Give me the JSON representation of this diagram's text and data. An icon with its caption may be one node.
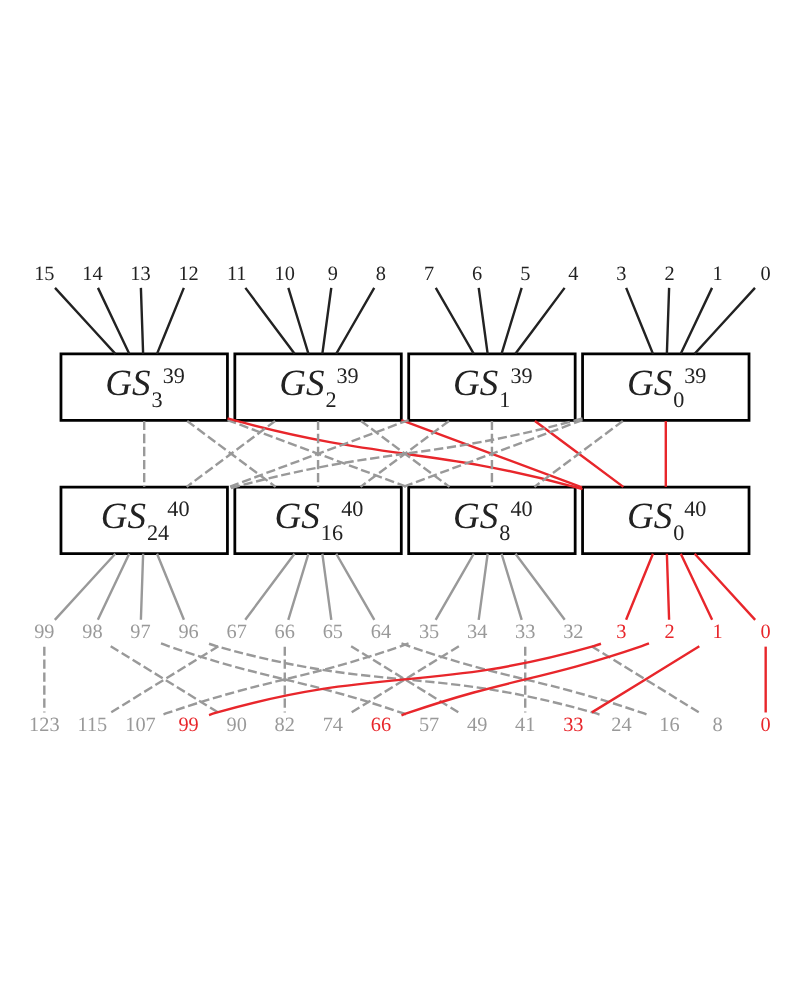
{
  "diagram": {
    "nodes": [
      {
        "text": [
          "15"
        ]
      },
      {
        "text": [
          "14"
        ]
      },
      {
        "text": [
          "13"
        ]
      },
      {
        "text": [
          "12"
        ]
      },
      {
        "text": [
          "11"
        ]
      },
      {
        "text": [
          "10"
        ]
      },
      {
        "text": [
          "9"
        ]
      },
      {
        "text": [
          "8"
        ]
      },
      {
        "text": [
          "7"
        ]
      },
      {
        "text": [
          "6"
        ]
      },
      {
        "text": [
          "5"
        ]
      },
      {
        "text": [
          "4"
        ]
      },
      {
        "text": [
          "3"
        ]
      },
      {
        "text": [
          "2"
        ]
      },
      {
        "text": [
          "1"
        ]
      },
      {
        "text": [
          "0"
        ]
      },
      {
        "text": [
          "GS$_{3}$$^{39}$"
        ]
      },
      {
        "text": [
          "GS$_{2}$$^{39}$"
        ]
      },
      {
        "text": [
          "GS$_{1}$$^{39}$"
        ]
      },
      {
        "text": [
          "GS$_{0}$$^{39}$"
        ]
      },
      {
        "text": [
          "GS$_{24}$$^{40}$"
        ]
      },
      {
        "text": [
          "GS$_{16}$$^{40}$"
        ]
      },
      {
        "text": [
          "GS$_{8}$$^{40}$"
        ]
      },
      {
        "text": [
          "GS$_{0}$$^{40}$"
        ]
      },
      {
        "text": [
          "99"
        ]
      },
      {
        "text": [
          "98"
        ]
      },
      {
        "text": [
          "97"
        ]
      },
      {
        "text": [
          "96"
        ]
      },
      {
        "text": [
          "67"
        ]
      },
      {
        "text": [
          "66"
        ]
      },
      {
        "text": [
          "65"
        ]
      },
      {
        "text": [
          "64"
        ]
      },
      {
        "text": [
          "35"
        ]
      },
      {
        "text": [
          "34"
        ]
      },
      {
        "text": [
          "33"
        ]
      },
      {
        "text": [
          "32"
        ]
      },
      {
        "text": [
          "3"
        ]
      },
      {
        "text": [
          "2"
        ]
      },
      {
        "text": [
          "1"
        ]
      },
      {
        "text": [
          "0"
        ]
      },
      {
        "text": [
          "123"
        ]
      },
      {
        "text": [
          "115"
        ]
      },
      {
        "text": [
          "107"
        ]
      },
      {
        "text": [
          "99"
        ]
      },
      {
        "text": [
          "90"
        ]
      },
      {
        "text": [
          "82"
        ]
      },
      {
        "text": [
          "74"
        ]
      },
      {
        "text": [
          "66"
        ]
      },
      {
        "text": [
          "57"
        ]
      },
      {
        "text": [
          "49"
        ]
      },
      {
        "text": [
          "41"
        ]
      },
      {
        "text": [
          "33"
        ]
      },
      {
        "text": [
          "24"
        ]
      },
      {
        "text": [
          "16"
        ]
      },
      {
        "text": [
          "8"
        ]
      },
      {
        "text": [
          "0"
        ]
      }
    ],
    "edges": [
      {
        "from": 0,
        "to": 16,
        "arrow": "none",
        "color": "#222222"
      },
      {
        "from": 1,
        "to": 16,
        "arrow": "none",
        "color": "#222222"
      },
      {
        "from": 2,
        "to": 16,
        "arrow": "none",
        "color": "#222222"
      },
      {
        "from": 3,
        "to": 16,
        "arrow": "none",
        "color": "#222222"
      },
      {
        "from": 4,
        "to": 17,
        "arrow": "none",
        "color": "#222222"
      },
      {
        "from": 5,
        "to": 17,
        "arrow": "none",
        "color": "#222222"
      },
      {
        "from": 6,
        "to": 17,
        "arrow": "none",
        "color": "#222222"
      },
      {
        "from": 7,
        "to": 17,
        "arrow": "none",
        "color": "#222222"
      },
      {
        "from": 8,
        "to": 18,
        "arrow": "none",
        "color": "#222222"
      },
      {
        "from": 9,
        "to": 18,
        "arrow": "none",
        "color": "#222222"
      },
      {
        "from": 10,
        "to": 18,
        "arrow": "none",
        "color": "#222222"
      },
      {
        "from": 11,
        "to": 18,
        "arrow": "none",
        "color": "#222222"
      },
      {
        "from": 12,
        "to": 19,
        "arrow": "none",
        "color": "#222222"
      },
      {
        "from": 13,
        "to": 19,
        "arrow": "none",
        "color": "#222222"
      },
      {
        "from": 14,
        "to": 19,
        "arrow": "none",
        "color": "#222222"
      },
      {
        "from": 15,
        "to": 19,
        "arrow": "none",
        "color": "#222222"
      },
      {
        "from": 16,
        "to": 23,
        "arrow": "none",
        "color": "#e8262b"
      },
      {
        "from": 16,
        "to": 20,
        "arrow": "none",
        "style": "dashed"
      },
      {
        "from": 16,
        "to": 21,
        "arrow": "none",
        "style": "dashed"
      },
      {
        "from": 16,
        "to": 22,
        "arrow": "none",
        "style": "dashed"
      },
      {
        "from": 17,
        "to": 23,
        "arrow": "none",
        "color": "#e8262b"
      },
      {
        "from": 17,
        "to": 20,
        "arrow": "none",
        "style": "dashed"
      },
      {
        "from": 17,
        "to": 21,
        "arrow": "none",
        "style": "dashed"
      },
      {
        "from": 17,
        "to": 22,
        "arrow": "none",
        "style": "dashed"
      },
      {
        "from": 18,
        "to": 23,
        "arrow": "none",
        "color": "#e8262b"
      },
      {
        "from": 18,
        "to": 20,
        "arrow": "none",
        "style": "dashed"
      },
      {
        "from": 18,
        "to": 21,
        "arrow": "none",
        "style": "dashed"
      },
      {
        "from": 18,
        "to": 22,
        "arrow": "none",
        "style": "dashed"
      },
      {
        "from": 19,
        "to": 23,
        "arrow": "none",
        "color": "#e8262b"
      },
      {
        "from": 19,
        "to": 20,
        "arrow": "none",
        "style": "dashed"
      },
      {
        "from": 19,
        "to": 21,
        "arrow": "none",
        "style": "dashed"
      },
      {
        "from": 19,
        "to": 22,
        "arrow": "none",
        "style": "dashed"
      },
      {
        "from": 20,
        "to": 24,
        "arrow": "none"
      },
      {
        "from": 20,
        "to": 25,
        "arrow": "none"
      },
      {
        "from": 20,
        "to": 26,
        "arrow": "none"
      },
      {
        "from": 20,
        "to": 27,
        "arrow": "none"
      },
      {
        "from": 21,
        "to": 28,
        "arrow": "none"
      },
      {
        "from": 21,
        "to": 29,
        "arrow": "none"
      },
      {
        "from": 21,
        "to": 30,
        "arrow": "none"
      },
      {
        "from": 21,
        "to": 31,
        "arrow": "none"
      },
      {
        "from": 22,
        "to": 32,
        "arrow": "none"
      },
      {
        "from": 22,
        "to": 33,
        "arrow": "none"
      },
      {
        "from": 22,
        "to": 34,
        "arrow": "none"
      },
      {
        "from": 22,
        "to": 35,
        "arrow": "none"
      },
      {
        "from": 23,
        "to": 36,
        "arrow": "none",
        "color": "#e8262b"
      },
      {
        "from": 23,
        "to": 37,
        "arrow": "none",
        "color": "#e8262b"
      },
      {
        "from": 23,
        "to": 38,
        "arrow": "none",
        "color": "#e8262b"
      },
      {
        "from": 23,
        "to": 39,
        "arrow": "none",
        "color": "#e8262b"
      },
      {
        "from": 24,
        "to": 40,
        "arrow": "none",
        "style": "dashed"
      },
      {
        "from": 25,
        "to": 44,
        "arrow": "none",
        "style": "dashed"
      },
      {
        "from": 26,
        "to": 48,
        "arrow": "none",
        "style": "dashed"
      },
      {
        "from": 27,
        "to": 52,
        "arrow": "none",
        "style": "dashed"
      },
      {
        "from": 28,
        "to": 41,
        "arrow": "none",
        "style": "dashed"
      },
      {
        "from": 29,
        "to": 45,
        "arrow": "none",
        "style": "dashed"
      },
      {
        "from": 30,
        "to": 49,
        "arrow": "none",
        "style": "dashed"
      },
      {
        "from": 31,
        "to": 53,
        "arrow": "none",
        "style": "dashed"
      },
      {
        "from": 32,
        "to": 42,
        "arrow": "none",
        "style": "dashed"
      },
      {
        "from": 33,
        "to": 46,
        "arrow": "none",
        "style": "dashed"
      },
      {
        "from": 34,
        "to": 50,
        "arrow": "none",
        "style": "dashed"
      },
      {
        "from": 35,
        "to": 54,
        "arrow": "none",
        "style": "dashed"
      },
      {
        "from": 36,
        "to": 43,
        "arrow": "none",
        "color": "#e8262b"
      },
      {
        "from": 37,
        "to": 47,
        "arrow": "none",
        "color": "#e8262b"
      },
      {
        "from": 38,
        "to": 51,
        "arrow": "none",
        "color": "#e8262b"
      },
      {
        "from": 39,
        "to": 55,
        "arrow": "none",
        "color": "#e8262b"
      }
    ]
  }
}
